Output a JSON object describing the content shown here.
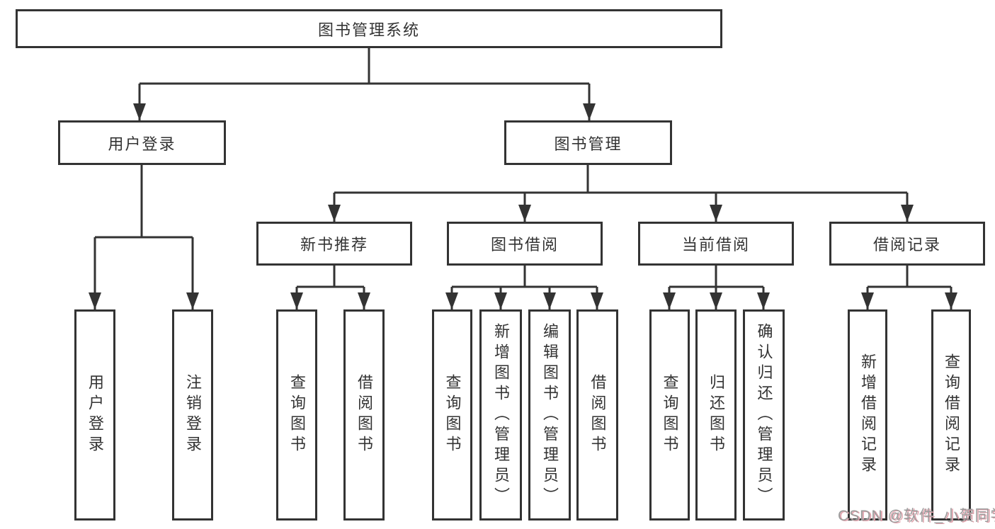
{
  "colors": {
    "line": "#333333",
    "text": "#333333",
    "box-bg": "#ffffff",
    "page-bg": "#ffffff",
    "watermark": "#9b9b9b",
    "watermark-shadow": "#e0a3ad"
  },
  "diagram": {
    "root": {
      "label": "图书管理系统"
    },
    "user_login": {
      "label": "用户登录",
      "children": {
        "login": {
          "label": "用户登录"
        },
        "logout": {
          "label": "注销登录"
        }
      }
    },
    "book_mgmt": {
      "label": "图书管理",
      "new_book": {
        "label": "新书推荐",
        "children": {
          "query": {
            "label": "查询图书"
          },
          "borrow": {
            "label": "借阅图书"
          }
        }
      },
      "borrow": {
        "label": "图书借阅",
        "children": {
          "query": {
            "label": "查询图书"
          },
          "add": {
            "label": "新增图书（管理员）"
          },
          "edit": {
            "label": "编辑图书（管理员）"
          },
          "borrow": {
            "label": "借阅图书"
          }
        }
      },
      "current": {
        "label": "当前借阅",
        "children": {
          "query": {
            "label": "查询图书"
          },
          "return": {
            "label": "归还图书"
          },
          "confirm": {
            "label": "确认归还（管理员）"
          }
        }
      },
      "record": {
        "label": "借阅记录",
        "children": {
          "add": {
            "label": "新增借阅记录"
          },
          "query": {
            "label": "查询借阅记录"
          }
        }
      }
    }
  },
  "watermark": {
    "text": "CSDN @软件_小贺同学"
  }
}
